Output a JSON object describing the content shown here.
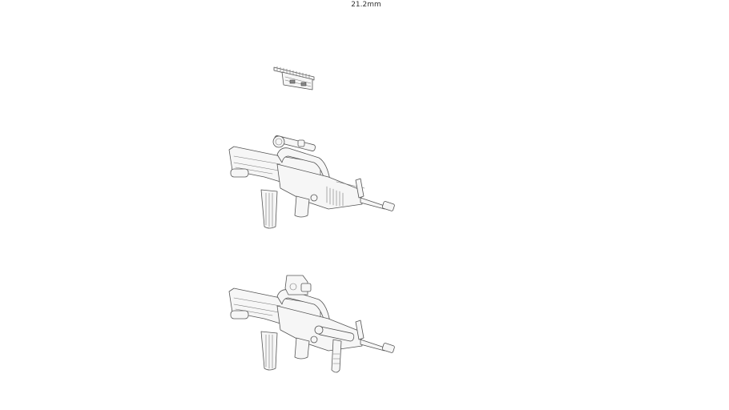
{
  "dimension": {
    "label": "21.2mm"
  },
  "figures": [
    {
      "id": "rail-mount",
      "description": "side rail scope mount"
    },
    {
      "id": "rifle-scope",
      "description": "bullpup rifle with telescopic scope"
    },
    {
      "id": "rifle-holo",
      "description": "bullpup rifle with holographic sight, flashlight and foregrip"
    }
  ],
  "colors": {
    "background": "#ffffff",
    "line": "#555555",
    "fill": "#f6f6f6",
    "text": "#333333"
  }
}
